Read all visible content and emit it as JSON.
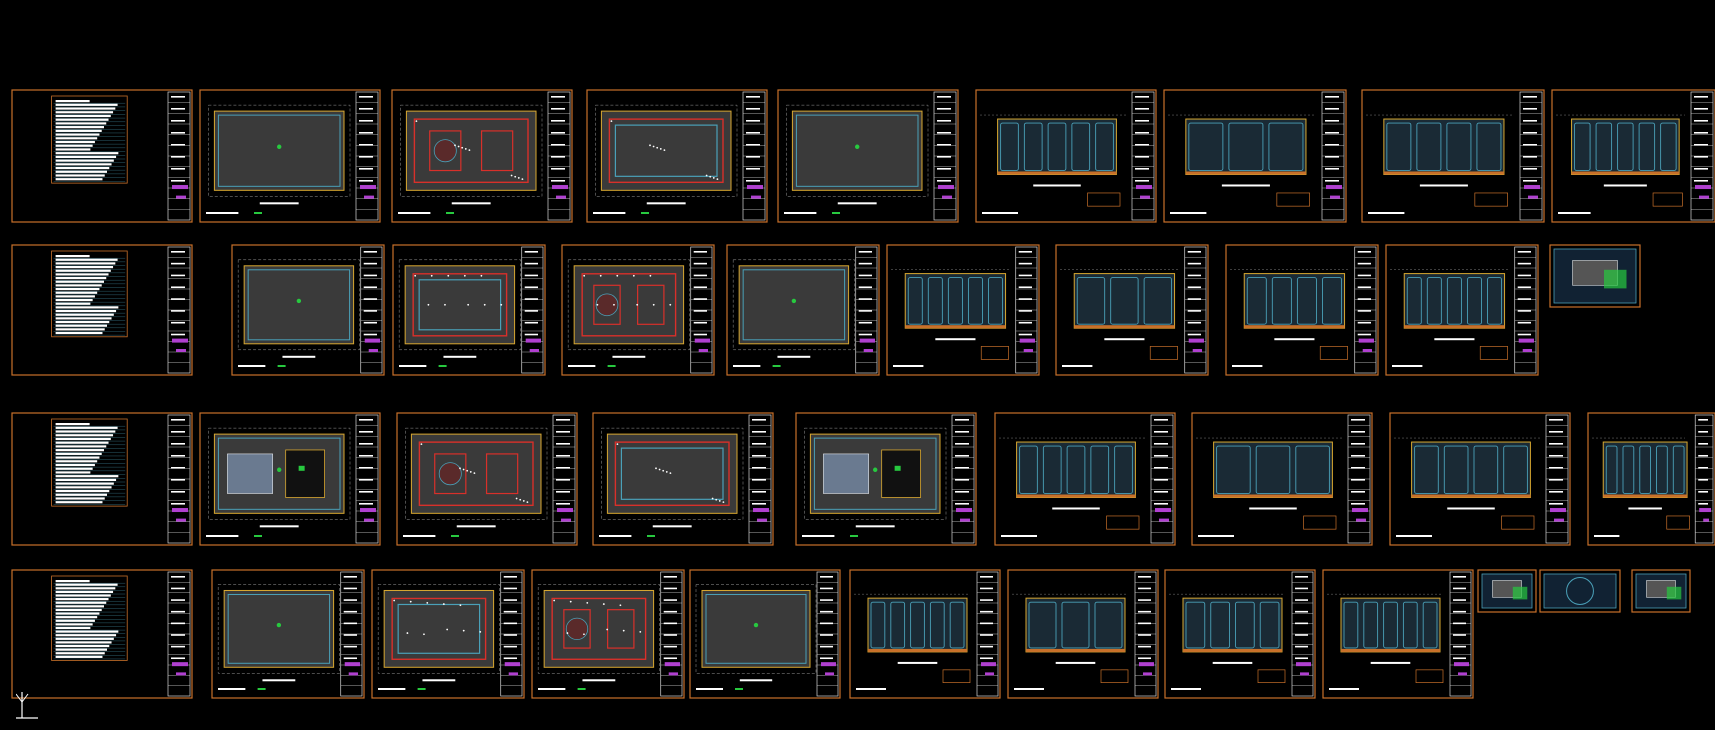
{
  "drawing": {
    "colors": {
      "background": "#000000",
      "sheet_border": "#c8702a",
      "title_block": "#d9d9d9",
      "index_text": "#ffffff",
      "plan_floor": "#3a3a3a",
      "red_trim": "#d8302a",
      "teal": "#4aa0b8",
      "gold": "#d9a830",
      "green_marker": "#27c93f",
      "purple_stamp": "#b040d0",
      "dim_line": "#9a9a9a"
    },
    "sheet_types": [
      "index",
      "plan",
      "ceiling",
      "elevation",
      "detail"
    ],
    "rows": [
      {
        "sheets": [
          "index",
          "plan",
          "ceiling",
          "ceiling",
          "plan",
          "elevation",
          "elevation",
          "elevation",
          "elevation"
        ]
      },
      {
        "sheets": [
          "index",
          "plan",
          "ceiling",
          "ceiling",
          "plan",
          "elevation",
          "elevation",
          "elevation",
          "elevation",
          "detail"
        ]
      },
      {
        "sheets": [
          "index",
          "plan",
          "ceiling",
          "ceiling",
          "plan",
          "elevation",
          "elevation",
          "elevation",
          "elevation"
        ]
      },
      {
        "sheets": [
          "index",
          "plan",
          "ceiling",
          "ceiling",
          "plan",
          "elevation",
          "elevation",
          "elevation",
          "elevation",
          "detail",
          "detail",
          "detail"
        ]
      }
    ],
    "ucs_icon": "ucs-y-axis-icon"
  }
}
